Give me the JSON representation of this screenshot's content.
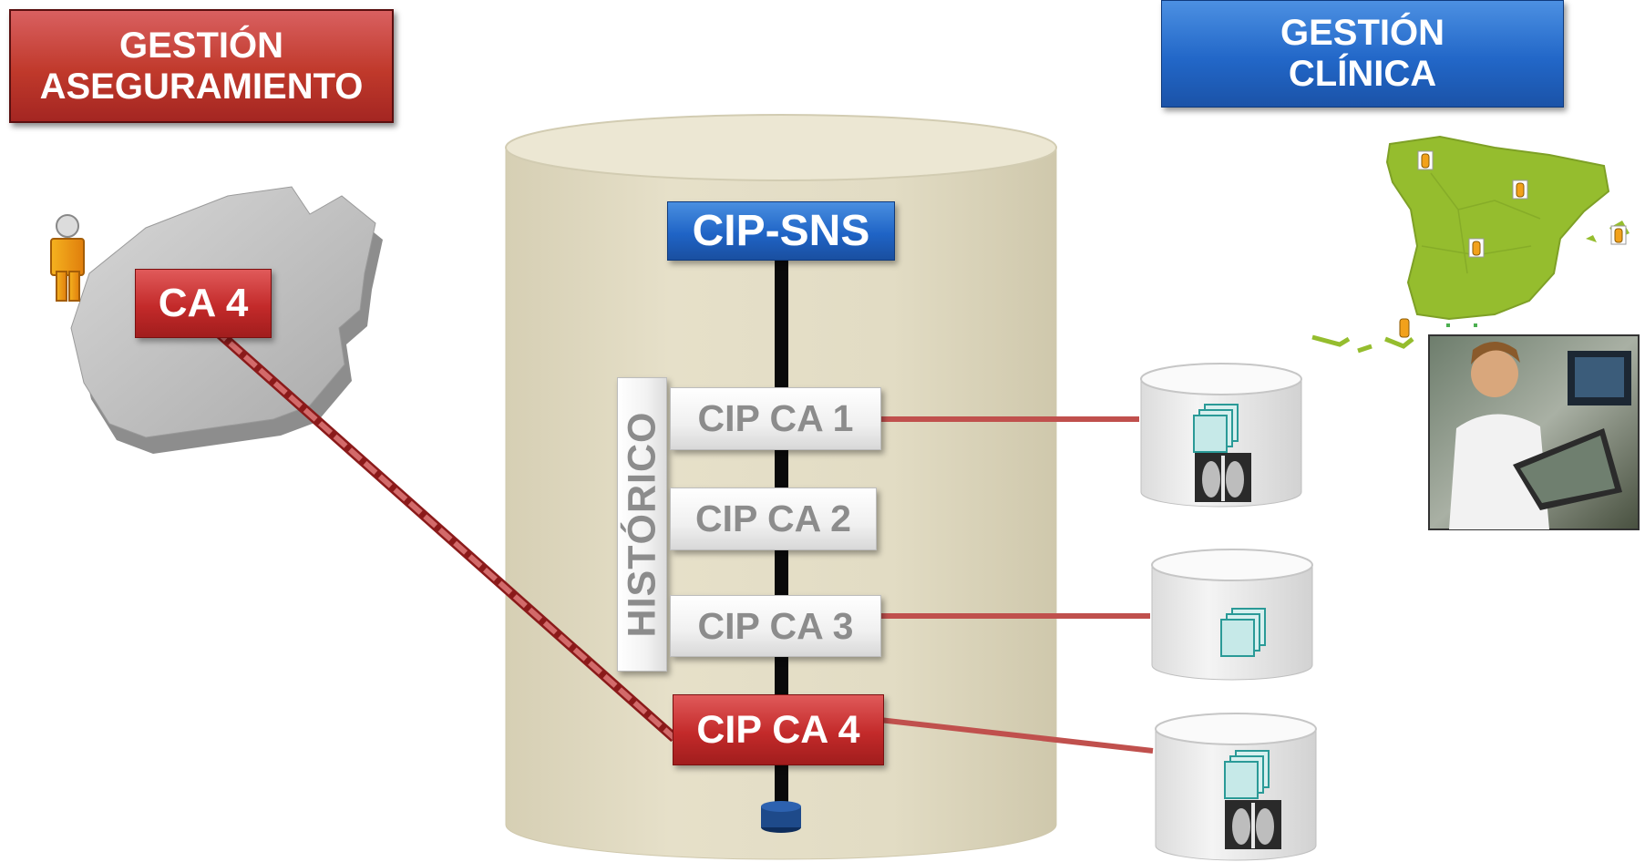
{
  "headers": {
    "aseguramiento": {
      "line1": "GESTIÓN",
      "line2": "ASEGURAMIENTO"
    },
    "clinica": {
      "line1": "GESTIÓN",
      "line2": "CLÍNICA"
    }
  },
  "region": {
    "label": "CA 4"
  },
  "database": {
    "title": "CIP-SNS",
    "history_label": "HISTÓRICO",
    "entries": [
      "CIP CA 1",
      "CIP CA 2",
      "CIP CA 3",
      "CIP CA 4"
    ],
    "active_entry": "CIP CA 4"
  },
  "colors": {
    "red": "#c32a2a",
    "blue": "#1f64c6",
    "cylinder": "#e2dcc4",
    "map_green": "#95bd2e"
  }
}
